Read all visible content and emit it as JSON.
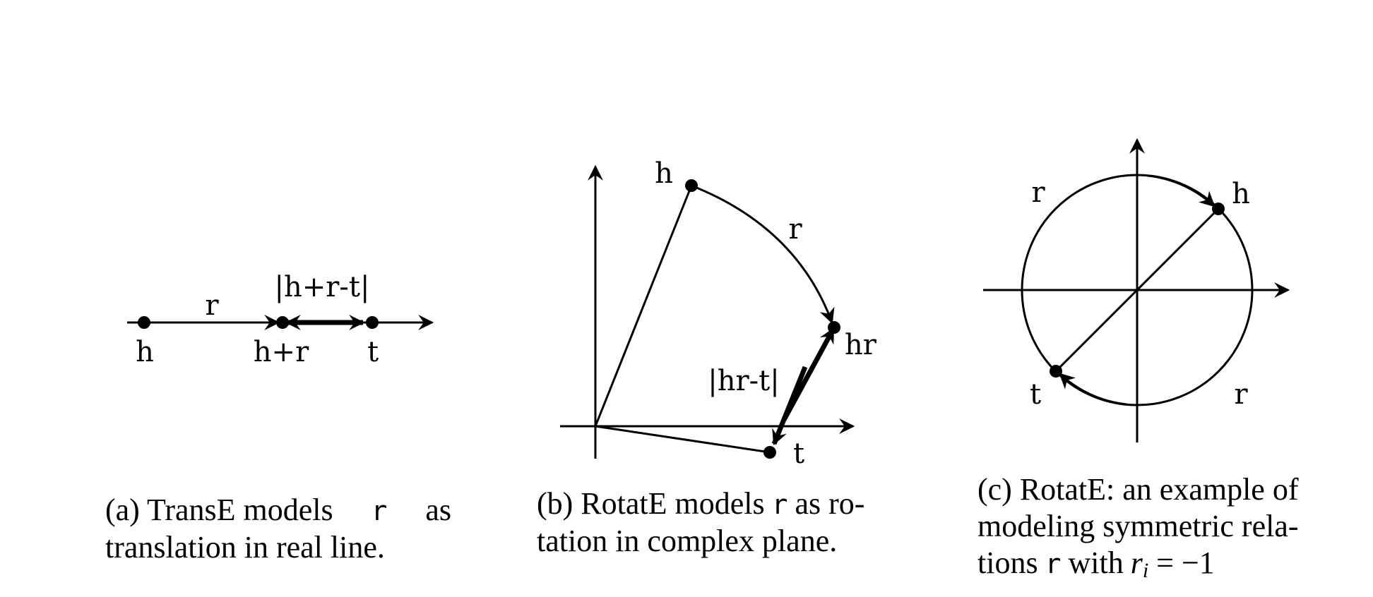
{
  "panels": {
    "a": {
      "labels": {
        "h": "h",
        "r": "r",
        "h_plus_r": "h+r",
        "t": "t",
        "distance": "|h+r-t|"
      },
      "caption": {
        "prefix": "(a) TransE models",
        "code": "r",
        "suffix": "as",
        "line2": "translation in real line."
      }
    },
    "b": {
      "labels": {
        "h": "h",
        "r": "r",
        "hr": "hr",
        "t": "t",
        "distance": "|hr-t|"
      },
      "caption": {
        "prefix": "(b) RotatE models",
        "code": "r",
        "suffix": "as ro-",
        "line2": "tation in complex plane."
      }
    },
    "c": {
      "labels": {
        "h": "h",
        "t": "t",
        "r_top": "r",
        "r_bottom": "r"
      },
      "caption": {
        "line1": "(c) RotatE: an example of",
        "line2": "modeling symmetric rela-",
        "line3_prefix": "tions",
        "code": "r",
        "line3_mid": "with",
        "math_var": "r",
        "math_sub": "i",
        "math_rest": " = −1"
      }
    }
  }
}
